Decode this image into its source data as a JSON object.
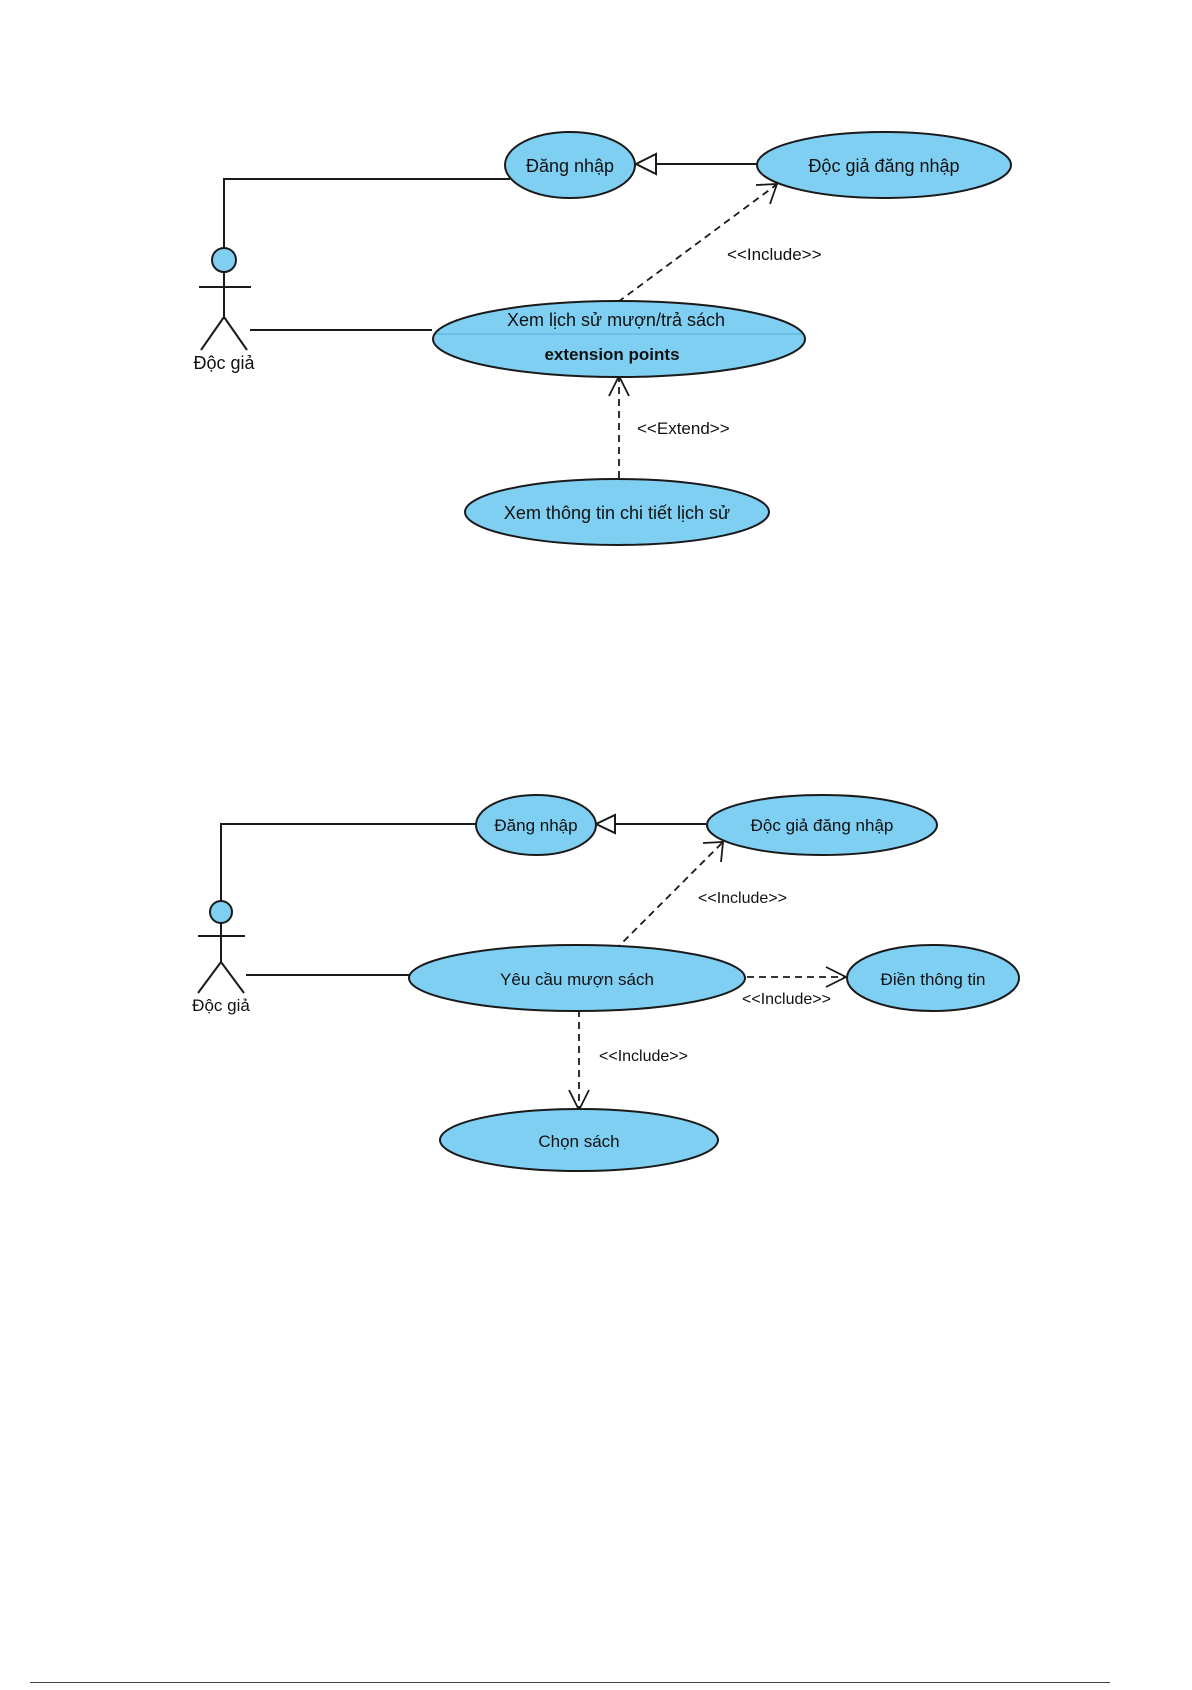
{
  "colors": {
    "usecase_fill": "#7fcff2",
    "stroke": "#1a1a1a",
    "background": "#ffffff"
  },
  "diagram1": {
    "actor": "Độc giả",
    "usecases": {
      "login": "Đăng nhập",
      "reader_login": "Độc giả đăng nhập",
      "history": "Xem lịch sử mượn/trả sách",
      "history_section": "extension points",
      "detail": "Xem thông tin chi tiết lịch sử"
    },
    "relations": {
      "include": "<<Include>>",
      "extend": "<<Extend>>"
    }
  },
  "diagram2": {
    "actor": "Độc giả",
    "usecases": {
      "login": "Đăng nhập",
      "reader_login": "Độc giả đăng nhập",
      "borrow": "Yêu cầu mượn sách",
      "fill_info": "Điền thông tin",
      "choose_book": "Chọn sách"
    },
    "relations": {
      "include_login": "<<Include>>",
      "include_fill": "<<Include>>",
      "include_choose": "<<Include>>"
    }
  }
}
